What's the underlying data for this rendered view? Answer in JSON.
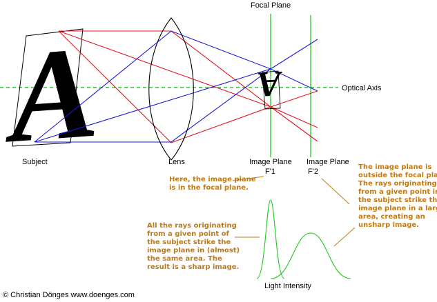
{
  "labels": {
    "focal_plane": "Focal Plane",
    "optical_axis": "Optical Axis",
    "subject": "Subject",
    "lens": "Lens",
    "image_plane_1": "Image Plane",
    "f1": "F'1",
    "image_plane_2": "Image Plane",
    "f2": "F'2",
    "light_intensity": "Light Intensity",
    "copyright": "© Christian Dönges www.doenges.com",
    "letter": "A"
  },
  "notes": {
    "focal": [
      "Here, the image plane",
      "is in the focal plane."
    ],
    "outside": [
      "The image plane is",
      "outside the focal plane.",
      "The rays originating",
      "from a given point in",
      "the subject strike the",
      "image plane in a larger",
      "area, creating an",
      "unsharp image."
    ],
    "sharp": [
      "All the rays originating",
      "from a given point of",
      "the subject strike the",
      "image plane in (almost)",
      "the same area. The",
      "result is a sharp image."
    ]
  },
  "colors": {
    "red_ray": "#e0141e",
    "blue_ray": "#1a1ad8",
    "green": "#1fc81f",
    "annotation": "#c07a16",
    "ink": "#000000"
  }
}
